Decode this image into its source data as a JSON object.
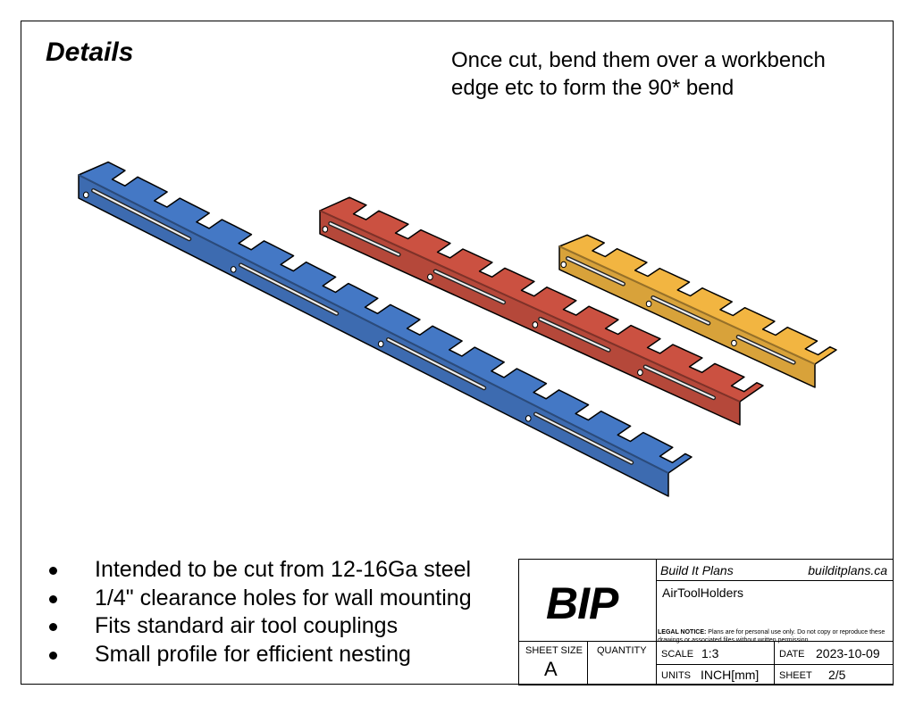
{
  "title": "Details",
  "note_lines": [
    "Once cut, bend them over a workbench",
    "edge etc to form the 90* bend"
  ],
  "bullets": [
    "Intended to be cut from 12-16Ga steel",
    "1/4\" clearance holes for wall mounting",
    "Fits standard air tool couplings",
    "Small profile for efficient nesting"
  ],
  "part_colors": {
    "blue": "#3d6bb0",
    "red": "#b5483a",
    "yellow": "#d8a23a"
  },
  "title_block": {
    "logo": "BIP",
    "company": "Build It Plans",
    "website": "builditplans.ca",
    "part_name": "AirToolHolders",
    "legal_label": "LEGAL NOTICE:",
    "legal_text": "Plans are for personal use only. Do not copy or reproduce these drawings or associated files without written permission.",
    "sheet_size_label": "SHEET SIZE",
    "sheet_size": "A",
    "quantity_label": "QUANTITY",
    "scale_label": "SCALE",
    "scale": "1:3",
    "date_label": "DATE",
    "date": "2023-10-09",
    "units_label": "UNITS",
    "units": "INCH[mm]",
    "sheet_label": "SHEET",
    "sheet": "2/5"
  }
}
